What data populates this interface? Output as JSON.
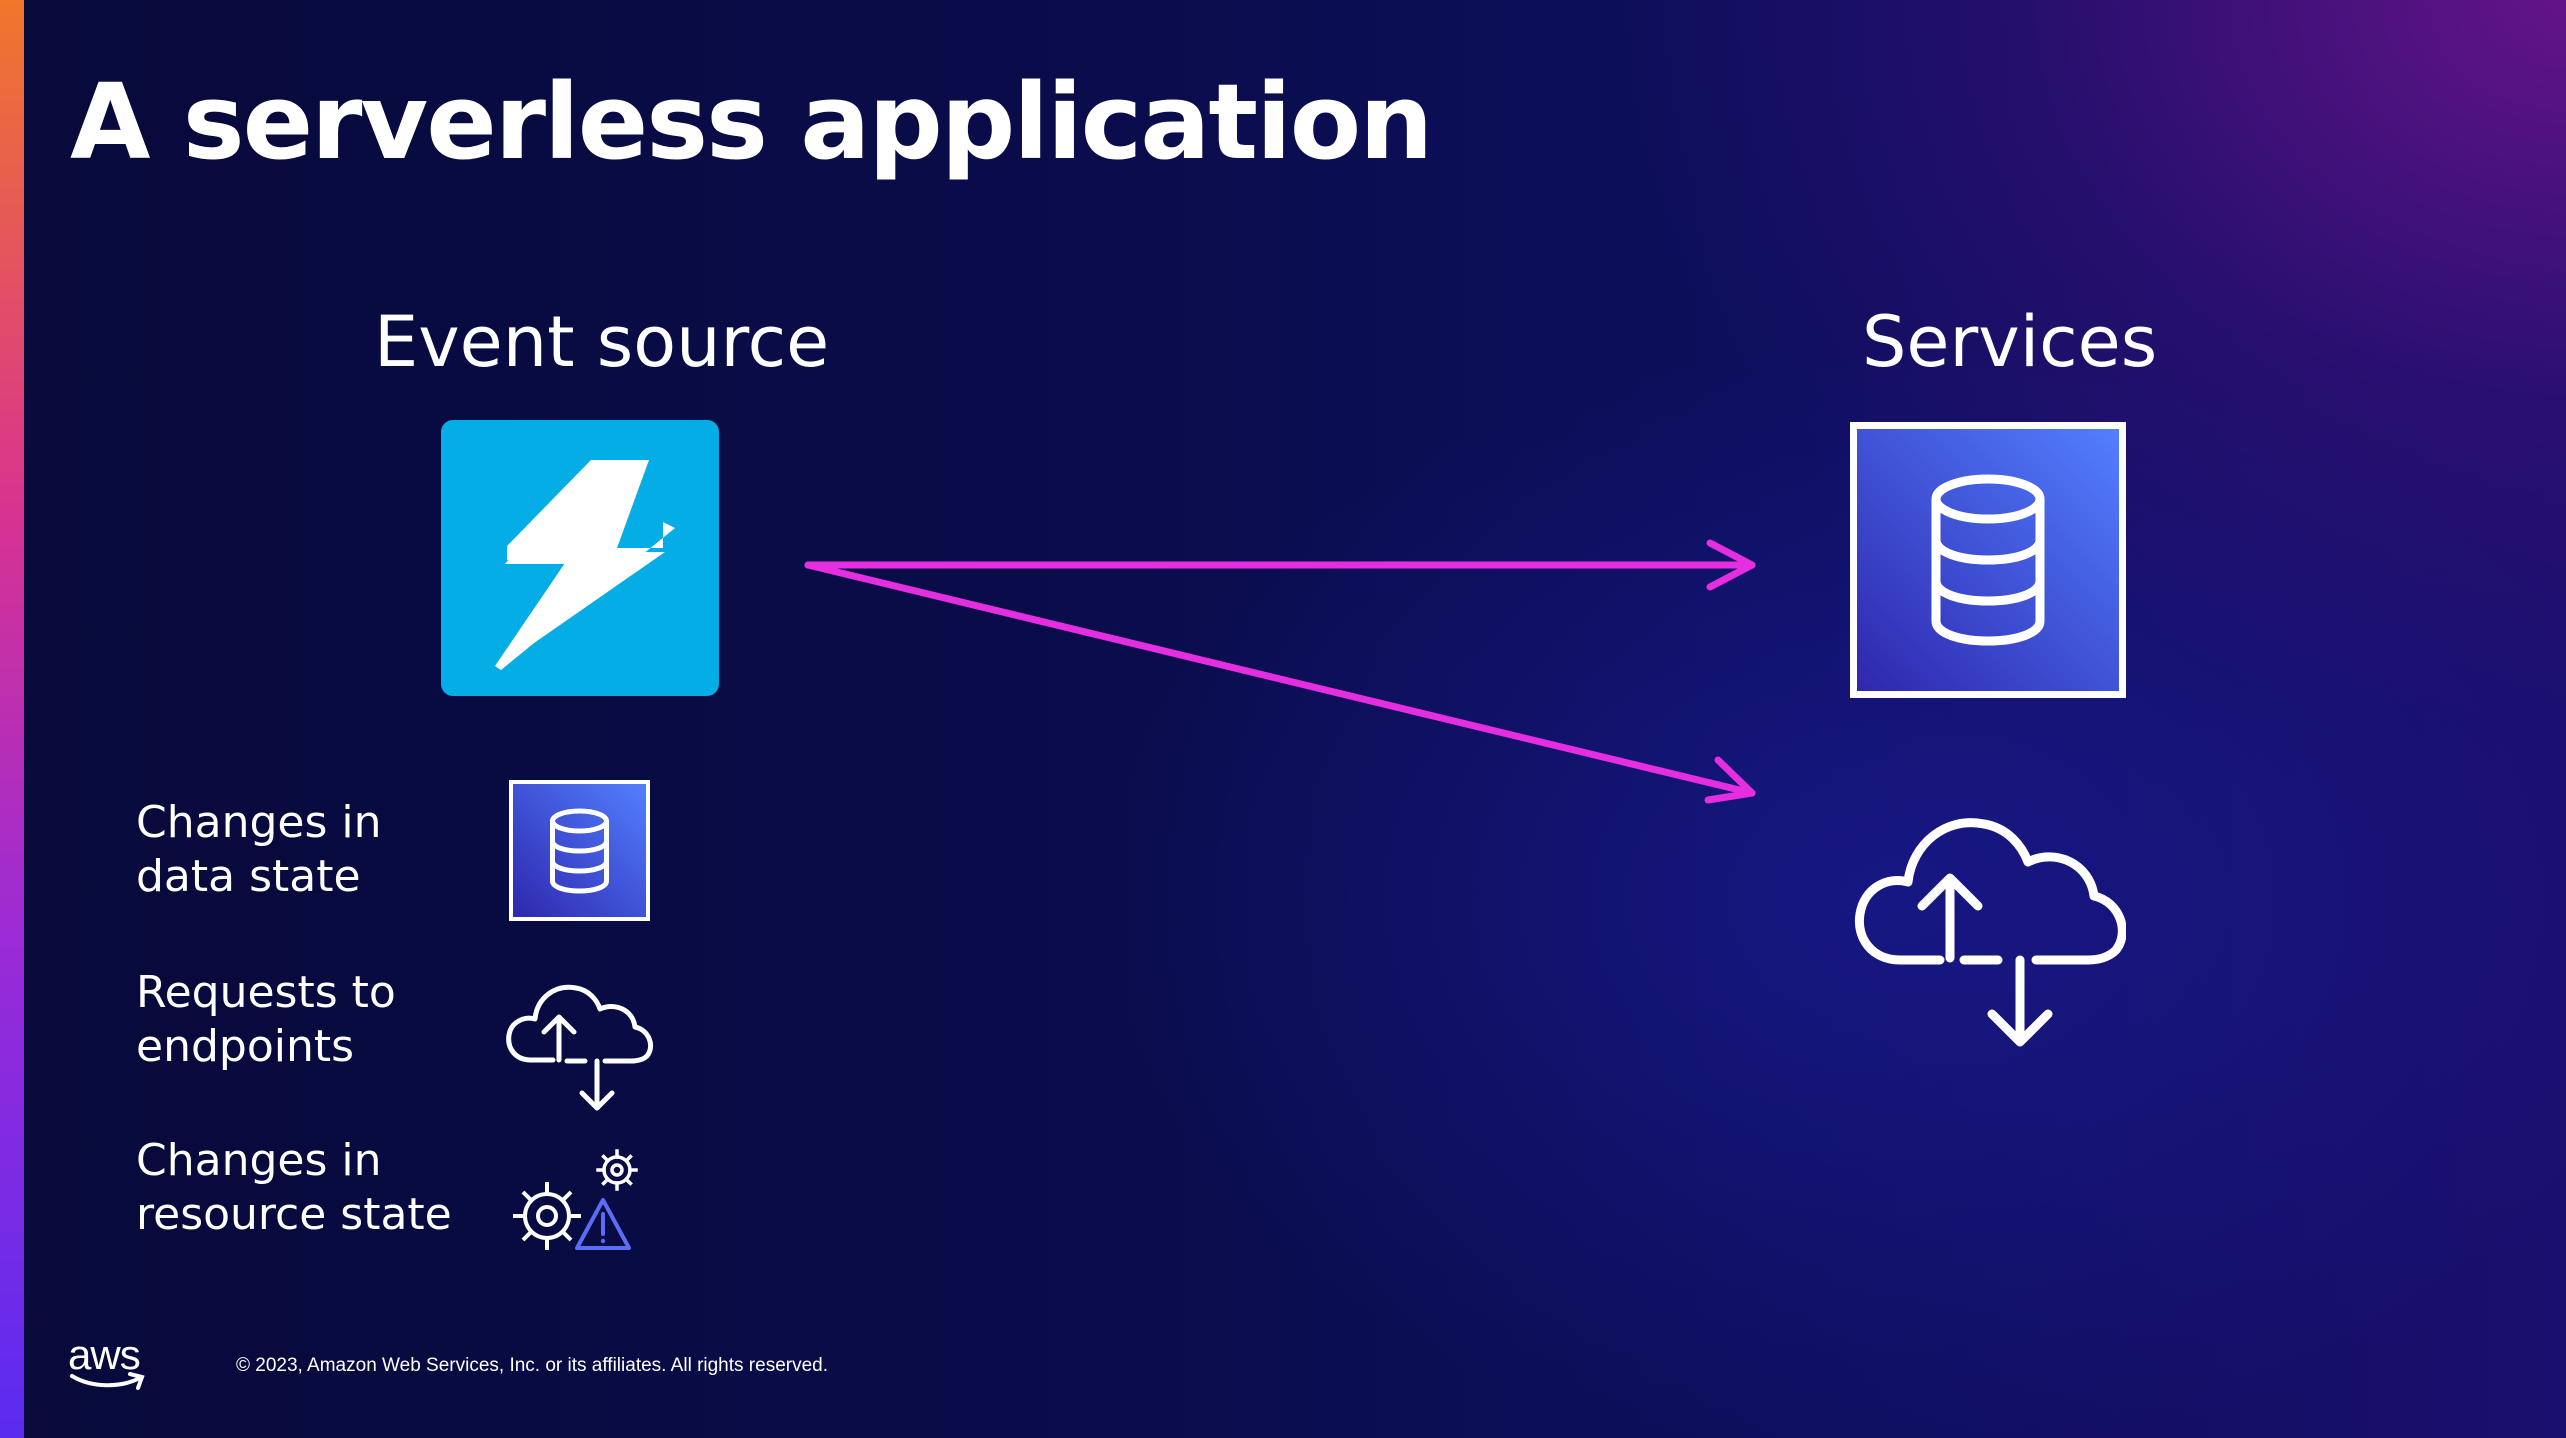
{
  "slide": {
    "title": "A serverless application"
  },
  "event_source": {
    "heading": "Event source",
    "icon": "lambda-bolt-icon",
    "icon_color": "#05ade6",
    "items": [
      {
        "line1": "Changes in",
        "line2": "data state",
        "icon": "database-icon"
      },
      {
        "line1": "Requests to",
        "line2": "endpoints",
        "icon": "cloud-upload-download-icon"
      },
      {
        "line1": "Changes in",
        "line2": "resource state",
        "icon": "gears-alert-icon"
      }
    ]
  },
  "services": {
    "heading": "Services",
    "items": [
      {
        "icon": "database-icon"
      },
      {
        "icon": "cloud-upload-download-icon"
      }
    ]
  },
  "colors": {
    "arrow": "#e52ee0",
    "database_gradient_start": "#2e27ad",
    "database_gradient_end": "#527fff",
    "alert_triangle": "#5b6cf5"
  },
  "footer": {
    "logo_text": "aws",
    "copyright": "© 2023, Amazon Web Services, Inc. or its affiliates. All rights reserved."
  }
}
